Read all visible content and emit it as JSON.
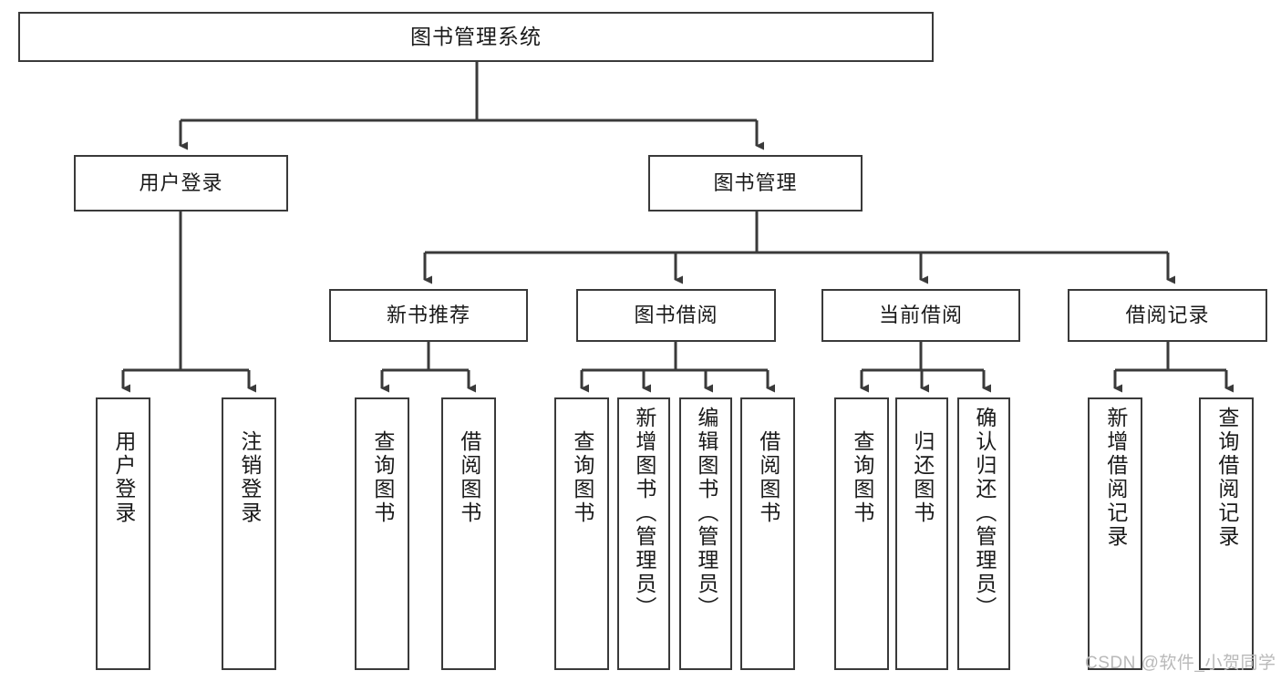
{
  "diagram": {
    "title": "图书管理系统",
    "type": "tree-structure-chart",
    "root": {
      "label": "图书管理系统"
    },
    "level2": [
      {
        "label": "用户登录"
      },
      {
        "label": "图书管理"
      }
    ],
    "level3": [
      {
        "label": "新书推荐"
      },
      {
        "label": "图书借阅"
      },
      {
        "label": "当前借阅"
      },
      {
        "label": "借阅记录"
      }
    ],
    "leaves": {
      "user_login": [
        {
          "label": "用户登录"
        },
        {
          "label": "注销登录"
        }
      ],
      "new_book_recommend": [
        {
          "label": "查询图书"
        },
        {
          "label": "借阅图书"
        }
      ],
      "book_borrow": [
        {
          "label": "查询图书"
        },
        {
          "label": "新增图书（管理员）"
        },
        {
          "label": "编辑图书（管理员）"
        },
        {
          "label": "借阅图书"
        }
      ],
      "current_borrow": [
        {
          "label": "查询图书"
        },
        {
          "label": "归还图书"
        },
        {
          "label": "确认归还（管理员）"
        }
      ],
      "borrow_record": [
        {
          "label": "新增借阅记录"
        },
        {
          "label": "查询借阅记录"
        }
      ]
    }
  },
  "watermark": {
    "text": "CSDN @软件_小贺同学"
  },
  "colors": {
    "border": "#3a3a3a",
    "background": "#ffffff",
    "text": "#1a1a1a",
    "watermark": "#b9b9b9"
  }
}
